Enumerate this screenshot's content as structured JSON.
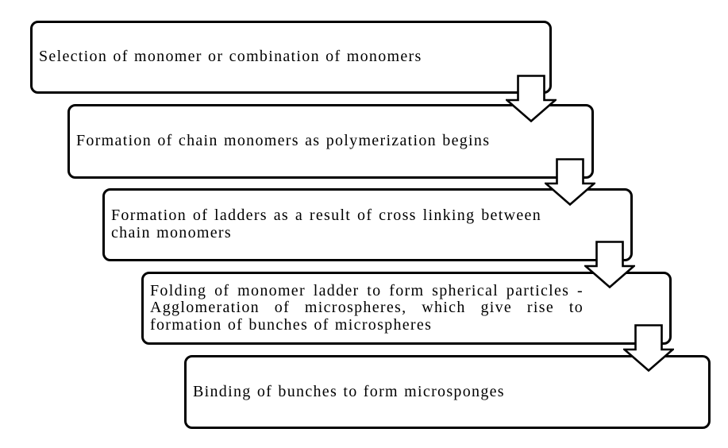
{
  "diagram": {
    "type": "flowchart",
    "orientation": "staircase-top-left-to-bottom-right",
    "colors": {
      "bg": "#ffffff",
      "box_fill": "#ffffff",
      "box_border": "#000000",
      "ink": "#000000",
      "arrow_fill": "#ffffff",
      "arrow_border": "#000000"
    },
    "steps": [
      {
        "lines": [
          "Selection of monomer or combination of monomers"
        ]
      },
      {
        "lines": [
          "Formation of chain monomers as polymerization begins"
        ]
      },
      {
        "lines": [
          "Formation of ladders as a result of cross linking between",
          "chain monomers"
        ]
      },
      {
        "lines": [
          "Folding of monomer ladder to form spherical particles -",
          "Agglomeration of microspheres, which give rise to",
          "formation of bunches of microspheres"
        ]
      },
      {
        "lines": [
          "Binding of bunches to form microsponges"
        ]
      }
    ],
    "connectors": [
      {
        "icon": "block-arrow-down-icon"
      },
      {
        "icon": "block-arrow-down-icon"
      },
      {
        "icon": "block-arrow-down-icon"
      },
      {
        "icon": "block-arrow-down-icon"
      }
    ]
  }
}
